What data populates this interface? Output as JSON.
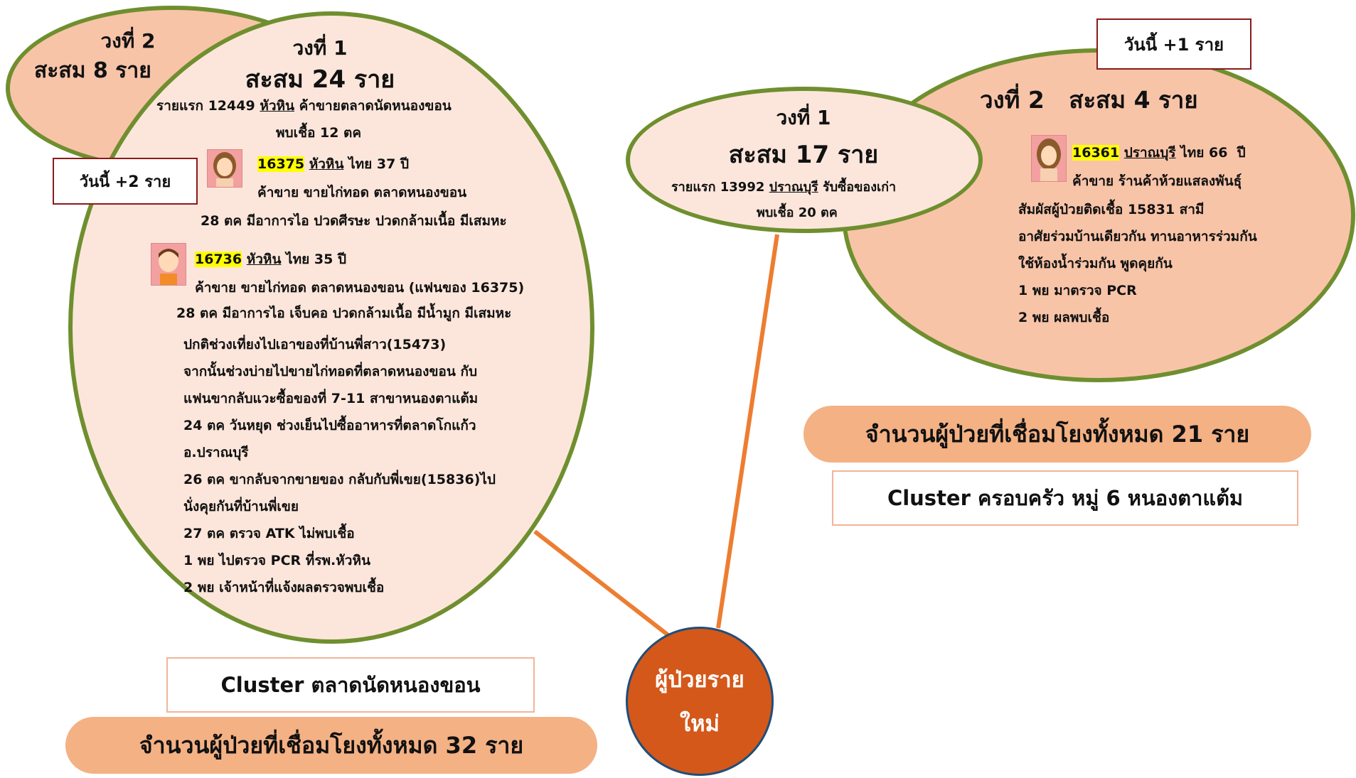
{
  "colors": {
    "ellipse_fill_light": "#fce6db",
    "ellipse_fill_dark": "#f8c4a8",
    "ellipse_border": "#6f8f2f",
    "box_border": "#8b1a1a",
    "box_border_light": "#f2b49a",
    "connector": "#ed7d31",
    "center_fill": "#d4581a",
    "center_border": "#1f4e79",
    "pill_fill": "#f4b184",
    "highlight": "#ffff00"
  },
  "left_cluster": {
    "ring2": {
      "title": "วงที่ 2",
      "total": "สะสม 8 ราย"
    },
    "ring1": {
      "title": "วงที่ 1",
      "total": "สะสม 24 ราย",
      "first_case_prefix": "รายแรก 12449",
      "first_case_place": "หัวหิน",
      "first_case_suffix": "ค้าขายตลาดนัดหนองขอน",
      "found": "พบเชื้อ 12 ตค",
      "case1_id": "16375",
      "case1_place": "หัวหิน",
      "case1_info": "ไทย 37 ปี",
      "case1_line2": "ค้าขาย ขายไก่ทอด ตลาดหนองขอน",
      "case1_line3": "28 ตค มีอาการไอ ปวดศีรษะ ปวดกล้ามเนื้อ มีเสมหะ",
      "case2_id": "16736",
      "case2_place": "หัวหิน",
      "case2_info": "ไทย 35 ปี",
      "case2_line2": "ค้าขาย ขายไก่ทอด ตลาดหนองขอน (แฟนของ 16375)",
      "case2_line3": "28 ตค มีอาการไอ เจ็บคอ ปวดกล้ามเนื้อ มีน้ำมูก มีเสมหะ",
      "timeline": [
        "ปกติช่วงเที่ยงไปเอาของที่บ้านพี่สาว(15473)",
        "จากนั้นช่วงบ่ายไปขายไก่ทอดที่ตลาดหนองขอน กับ",
        "แฟนขากลับแวะซื้อของที่ 7-11 สาขาหนองตาแต้ม",
        "24 ตค วันหยุด ช่วงเย็นไปซื้ออาหารที่ตลาดโกแก้ว",
        "อ.ปราณบุรี",
        "26 ตค ขากลับจากขายของ กลับกับพี่เขย(15836)ไป",
        "นั่งคุยกันที่บ้านพี่เขย",
        "27 ตค ตรวจ ATK ไม่พบเชื้อ",
        "1 พย ไปตรวจ PCR ที่รพ.หัวหิน",
        "2 พย เจ้าหน้าที่แจ้งผลตรวจพบเชื้อ"
      ]
    },
    "today_box": "วันนี้ +2 ราย",
    "cluster_name": "Cluster ตลาดนัดหนองขอน",
    "total_linked": "จำนวนผู้ป่วยที่เชื่อมโยงทั้งหมด 32 ราย"
  },
  "right_cluster": {
    "ring1": {
      "title": "วงที่ 1",
      "total": "สะสม 17 ราย",
      "first_case_prefix": "รายแรก 13992",
      "first_case_place": "ปราณบุรี",
      "first_case_suffix": "รับซื้อของเก่า",
      "found": "พบเชื้อ 20 ตค"
    },
    "ring2": {
      "title": "วงที่ 2   สะสม 4 ราย",
      "case_id": "16361",
      "case_place": "ปราณบุรี",
      "case_info": "ไทย 66  ปี",
      "lines": [
        "ค้าขาย ร้านค้าห้วยแสลงพันธุ์",
        "สัมผัสผู้ป่วยติดเชื้อ 15831 สามี",
        "อาศัยร่วมบ้านเดียวกัน ทานอาหารร่วมกัน",
        "ใช้ห้องน้ำร่วมกัน พูดคุยกัน",
        "1 พย มาตรวจ PCR",
        "2 พย ผลพบเชื้อ"
      ]
    },
    "today_box": "วันนี้ +1 ราย",
    "total_linked": "จำนวนผู้ป่วยที่เชื่อมโยงทั้งหมด 21 ราย",
    "cluster_name": "Cluster ครอบครัว หมู่ 6 หนองตาแต้ม"
  },
  "center_node": {
    "line1": "ผู้ป่วยราย",
    "line2": "ใหม่"
  }
}
